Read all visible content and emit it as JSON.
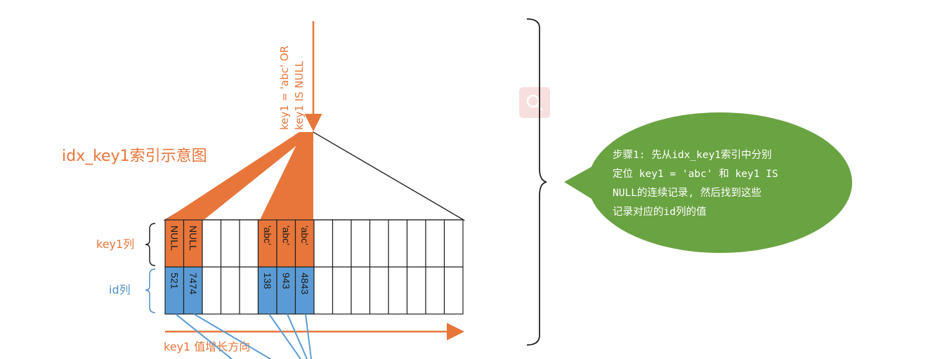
{
  "index_title": "idx_key1索引示意图",
  "query_condition": {
    "line1": "key1 = 'abc' OR",
    "line2": "key1 IS NULL"
  },
  "row_labels": {
    "key1": "key1列",
    "id": "id列"
  },
  "direction_label": "key1 值增长方向",
  "key1_values": [
    "NULL",
    "NULL",
    "'abc'",
    "'abc'",
    "'abc'"
  ],
  "id_values": [
    "521",
    "7474",
    "138",
    "943",
    "4843"
  ],
  "callout": {
    "lines": [
      "步骤1: 先从idx_key1索引中分别",
      "定位 key1 = 'abc' 和 key1 IS",
      "NULL的连续记录, 然后找到这些",
      "记录对应的id列的值"
    ]
  },
  "colors": {
    "orange": "#e8763a",
    "blue": "#5b9bd5",
    "green": "#6aa342",
    "line": "#222222"
  },
  "icons": {
    "overlay": "search-icon"
  }
}
